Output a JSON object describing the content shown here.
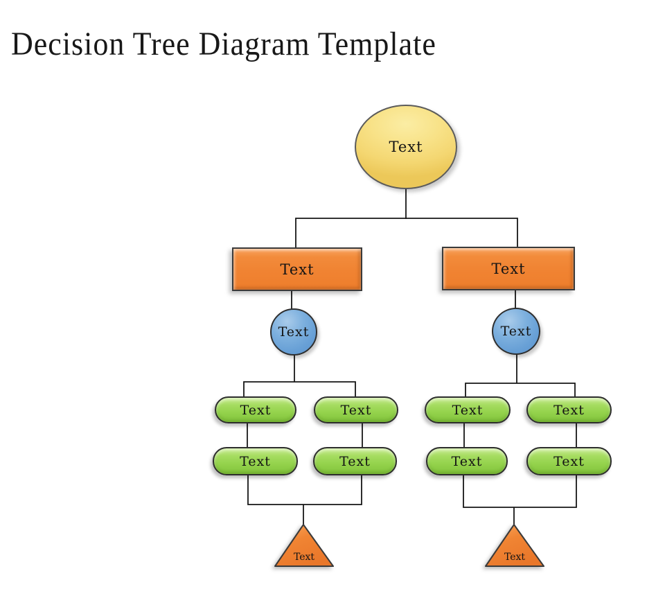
{
  "page": {
    "title": "Decision Tree Diagram Template"
  },
  "diagram": {
    "nodes": [
      {
        "id": "root",
        "shape": "ellipse",
        "color": "#f6db79",
        "label": "Text"
      },
      {
        "id": "branch-left",
        "shape": "rectangle",
        "color": "#f08332",
        "label": "Text"
      },
      {
        "id": "branch-right",
        "shape": "rectangle",
        "color": "#f08332",
        "label": "Text"
      },
      {
        "id": "decision-left",
        "shape": "circle",
        "color": "#68a0d6",
        "label": "Text"
      },
      {
        "id": "decision-right",
        "shape": "circle",
        "color": "#68a0d6",
        "label": "Text"
      },
      {
        "id": "option-left-1",
        "shape": "pill",
        "color": "#93d24b",
        "label": "Text"
      },
      {
        "id": "option-left-2",
        "shape": "pill",
        "color": "#93d24b",
        "label": "Text"
      },
      {
        "id": "option-left-3",
        "shape": "pill",
        "color": "#93d24b",
        "label": "Text"
      },
      {
        "id": "option-left-4",
        "shape": "pill",
        "color": "#93d24b",
        "label": "Text"
      },
      {
        "id": "option-right-1",
        "shape": "pill",
        "color": "#93d24b",
        "label": "Text"
      },
      {
        "id": "option-right-2",
        "shape": "pill",
        "color": "#93d24b",
        "label": "Text"
      },
      {
        "id": "option-right-3",
        "shape": "pill",
        "color": "#93d24b",
        "label": "Text"
      },
      {
        "id": "option-right-4",
        "shape": "pill",
        "color": "#93d24b",
        "label": "Text"
      },
      {
        "id": "outcome-left",
        "shape": "triangle",
        "color": "#ef8030",
        "label": "Text"
      },
      {
        "id": "outcome-right",
        "shape": "triangle",
        "color": "#ef8030",
        "label": "Text"
      }
    ],
    "line_color": "#161616"
  }
}
